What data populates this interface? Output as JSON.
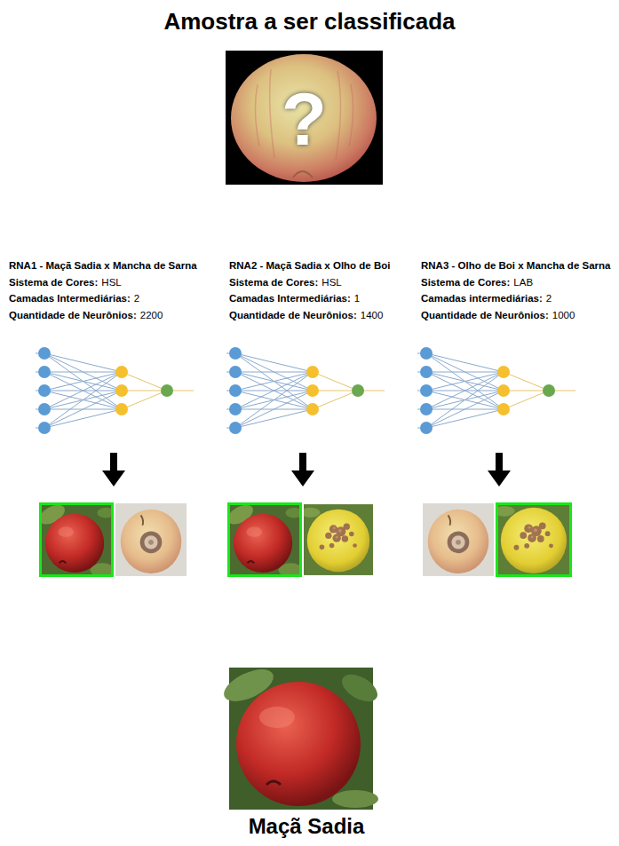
{
  "diagram": {
    "title": "Amostra a ser classificada",
    "nodes": [
      {
        "text": [
          "?"
        ]
      },
      {
        "text": [
          "RNA1 - Maçã Sadia x Mancha de Sarna",
          "Sistema de Cores:",
          "HSL",
          "Camadas Intermediárias:",
          "2",
          "Quantidade de Neurônios:",
          "2200"
        ]
      },
      {
        "text": [
          "RNA2 - Maçã Sadia x Olho de Boi",
          "Sistema de Cores:",
          "HSL",
          "Camadas Intermediárias:",
          "1",
          "Quantidade de Neurônios:",
          "1400"
        ]
      },
      {
        "text": [
          "RNA3 - Olho de Boi x Mancha de Sarna",
          "Sistema de Cores:",
          "LAB",
          "Camadas intermediárias:",
          "2",
          "Quantidade de Neurônios:",
          "1000"
        ]
      },
      {
        "text": [
          "Maçã Sadia"
        ]
      }
    ],
    "edges": [
      {
        "from": 0,
        "to": 1,
        "arrow": "to"
      },
      {
        "from": 0,
        "to": 2,
        "arrow": "to"
      },
      {
        "from": 0,
        "to": 3,
        "arrow": "to"
      },
      {
        "from": 1,
        "to": 4,
        "arrow": "to"
      },
      {
        "from": 2,
        "to": 4,
        "arrow": "to"
      },
      {
        "from": 3,
        "to": 4,
        "arrow": "to"
      }
    ]
  }
}
